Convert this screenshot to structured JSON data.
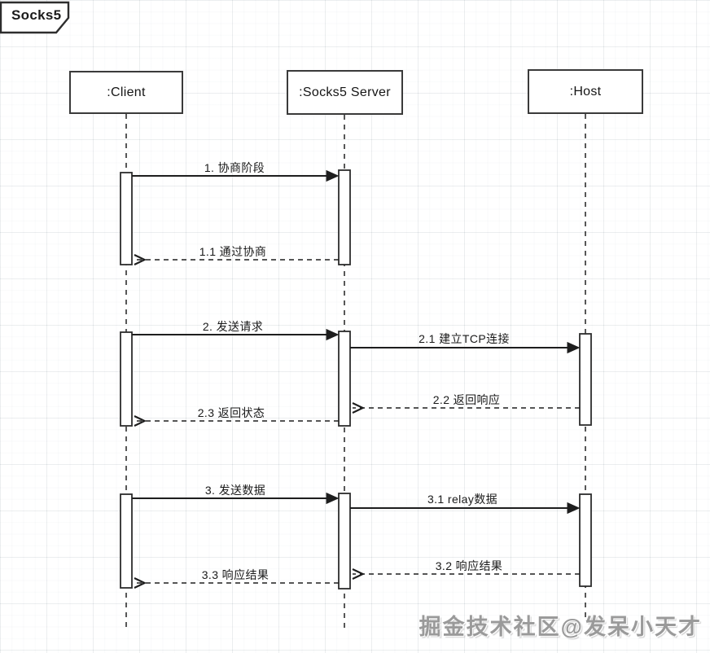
{
  "frame": {
    "title": "Socks5"
  },
  "participants": [
    {
      "label": ":Client"
    },
    {
      "label": ":Socks5 Server"
    },
    {
      "label": ":Host"
    }
  ],
  "messages": [
    {
      "seq": "1",
      "label": "1. 协商阶段",
      "type": "solid",
      "from": ":Client",
      "to": ":Socks5 Server"
    },
    {
      "seq": "1.1",
      "label": "1.1 通过协商",
      "type": "dashed",
      "from": ":Socks5 Server",
      "to": ":Client"
    },
    {
      "seq": "2",
      "label": "2. 发送请求",
      "type": "solid",
      "from": ":Client",
      "to": ":Socks5 Server"
    },
    {
      "seq": "2.1",
      "label": "2.1 建立TCP连接",
      "type": "solid",
      "from": ":Socks5 Server",
      "to": ":Host"
    },
    {
      "seq": "2.2",
      "label": "2.2 返回响应",
      "type": "dashed",
      "from": ":Host",
      "to": ":Socks5 Server"
    },
    {
      "seq": "2.3",
      "label": "2.3 返回状态",
      "type": "dashed",
      "from": ":Socks5 Server",
      "to": ":Client"
    },
    {
      "seq": "3",
      "label": "3. 发送数据",
      "type": "solid",
      "from": ":Client",
      "to": ":Socks5 Server"
    },
    {
      "seq": "3.1",
      "label": "3.1 relay数据",
      "type": "solid",
      "from": ":Socks5 Server",
      "to": ":Host"
    },
    {
      "seq": "3.2",
      "label": "3.2 响应结果",
      "type": "dashed",
      "from": ":Host",
      "to": ":Socks5 Server"
    },
    {
      "seq": "3.3",
      "label": "3.3 响应结果",
      "type": "dashed",
      "from": ":Socks5 Server",
      "to": ":Client"
    }
  ],
  "watermark": {
    "text": "掘金技术社区@发呆小天才"
  },
  "colors": {
    "stroke": "#1e1e1e",
    "background": "#ffffff",
    "watermark": "#9a9a9a"
  }
}
